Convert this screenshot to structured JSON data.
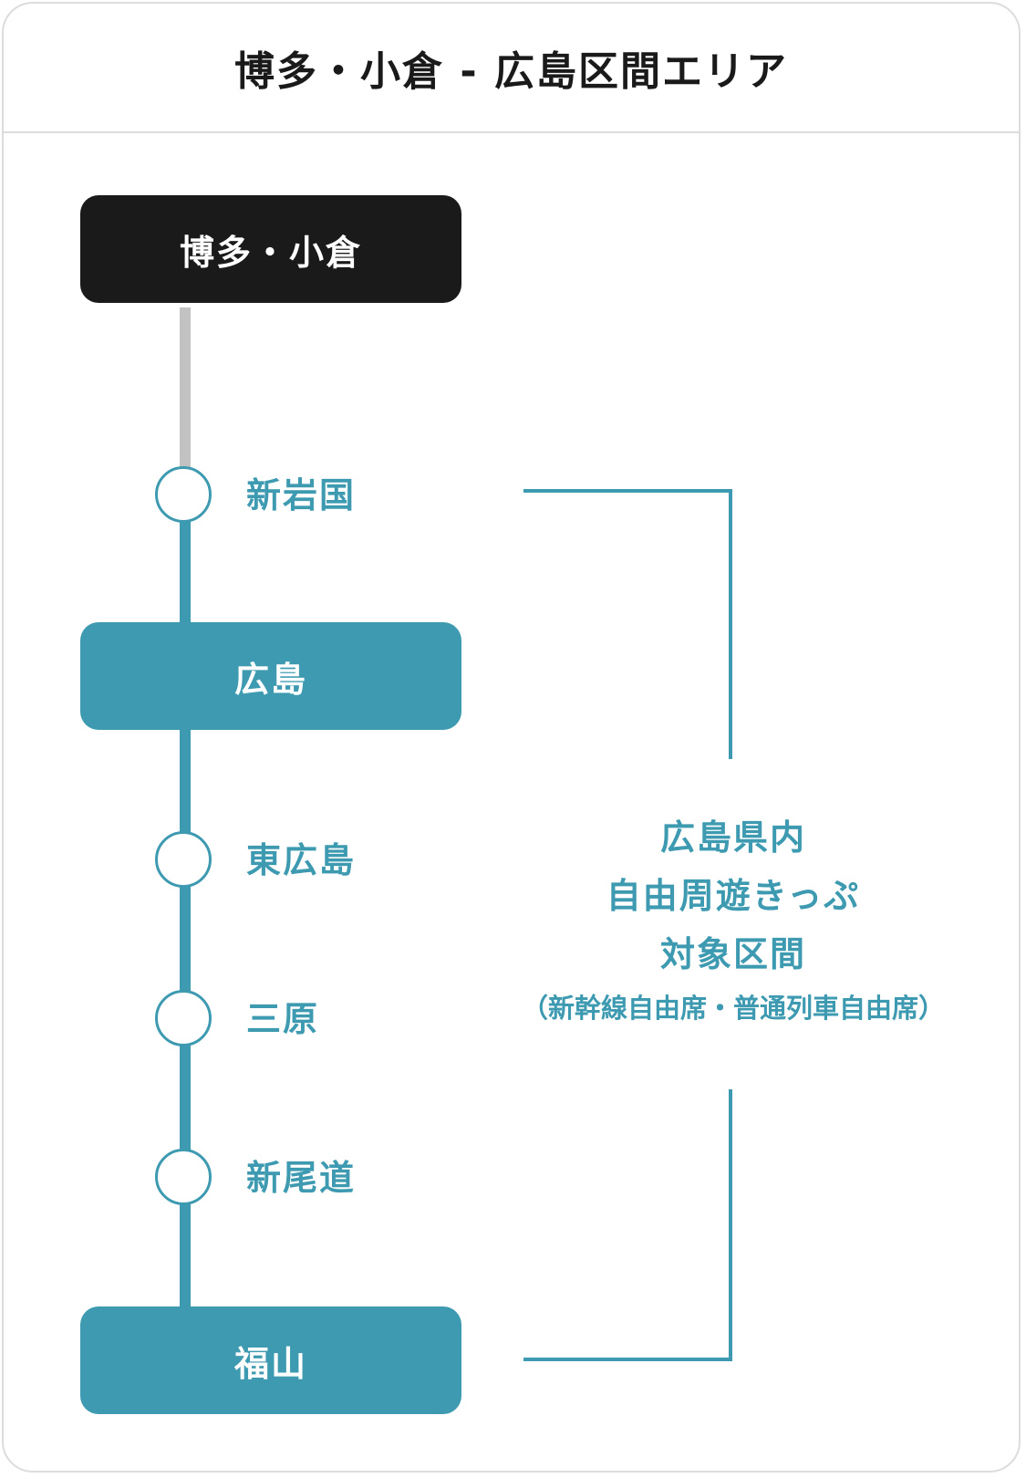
{
  "header": {
    "title": "博多・小倉 - 広島区間エリア"
  },
  "route": {
    "origin": "博多・小倉",
    "stops": {
      "shin_iwakuni": "新岩国",
      "hiroshima": "広島",
      "higashi_hiroshima": "東広島",
      "mihara": "三原",
      "shin_onomichi": "新尾道",
      "fukuyama": "福山"
    }
  },
  "area": {
    "line1": "広島県内",
    "line2": "自由周遊きっぷ",
    "line3": "対象区間",
    "note": "（新幹線自由席・普通列車自由席）"
  },
  "colors": {
    "accent": "#3d9ab0",
    "dark": "#1a1a1a",
    "gray_line": "#c2c2c2",
    "border": "#dcdcdc"
  }
}
